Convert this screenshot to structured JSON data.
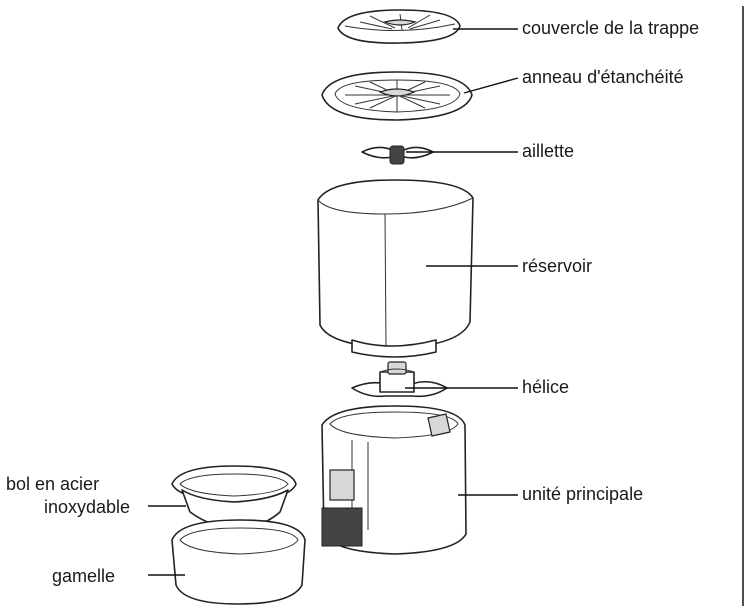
{
  "labels": {
    "couvercle": "couvercle de la trappe",
    "anneau": "anneau d'étanchéité",
    "aillette": "aillette",
    "reservoir": "réservoir",
    "helice": "hélice",
    "unite": "unité principale",
    "bol_line1": "bol en acier",
    "bol_line2": "inoxydable",
    "gamelle": "gamelle"
  }
}
